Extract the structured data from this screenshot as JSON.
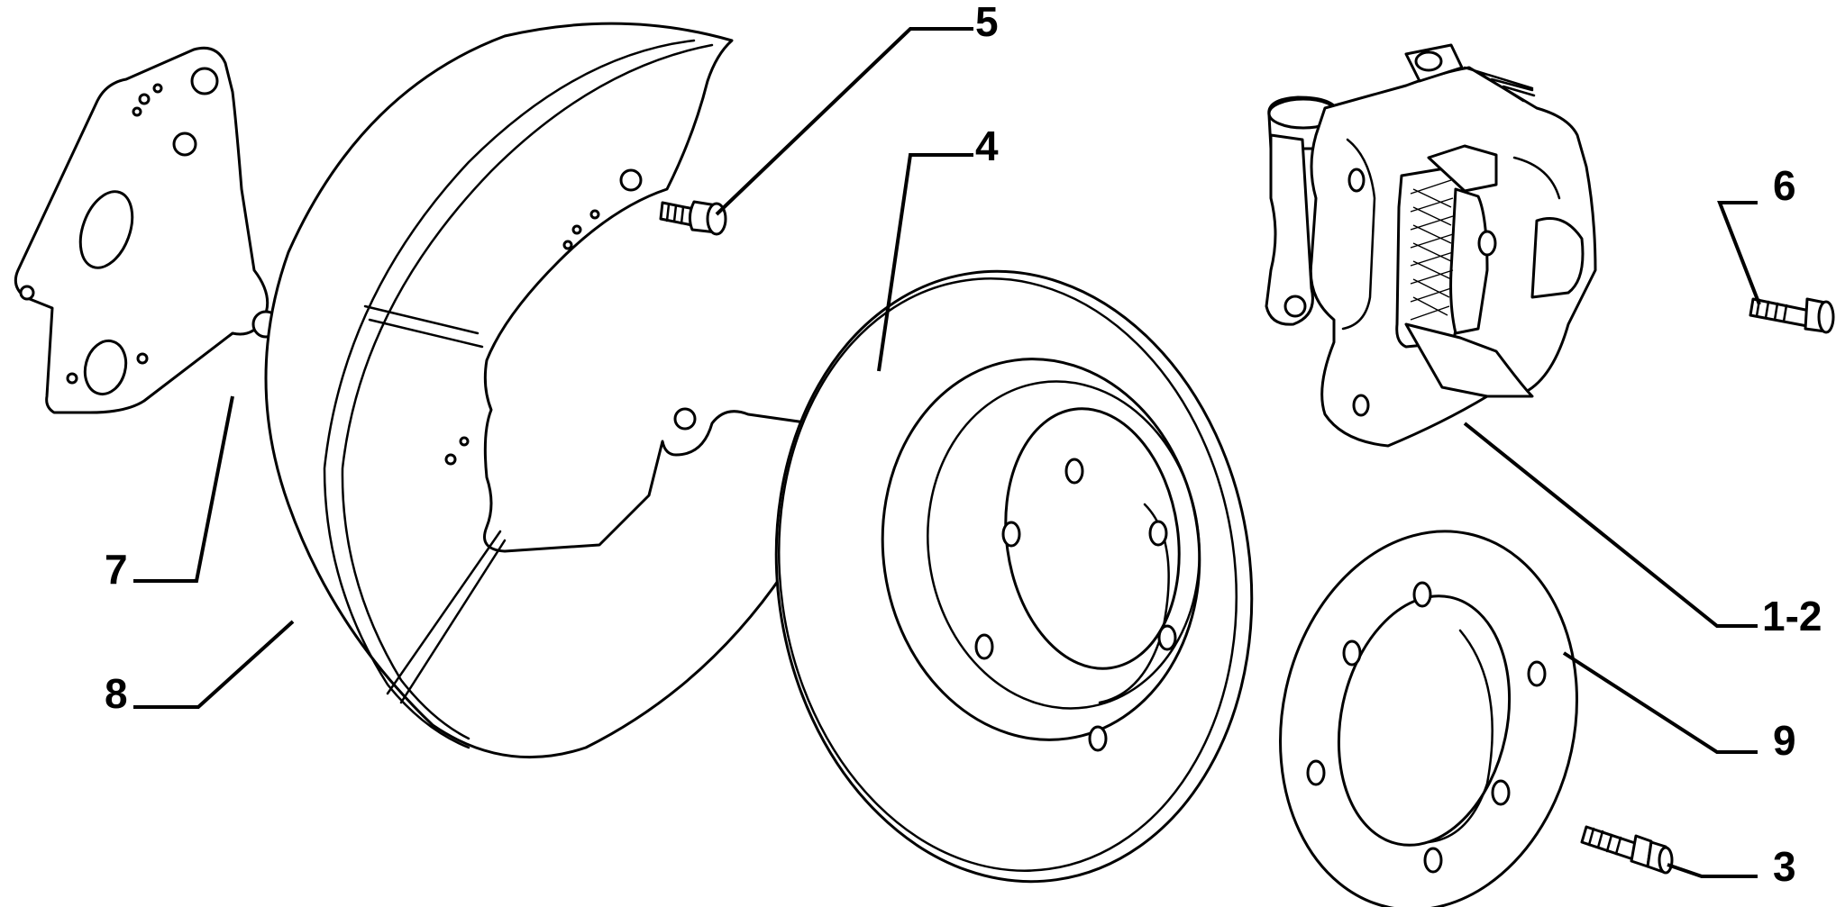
{
  "diagram": {
    "callouts": {
      "c1_2": "1-2",
      "c3": "3",
      "c4": "4",
      "c5": "5",
      "c6": "6",
      "c7": "7",
      "c8": "8",
      "c9": "9"
    },
    "parts": [
      {
        "ref": "1-2",
        "name": "brake caliper with pads"
      },
      {
        "ref": "3",
        "name": "bolt"
      },
      {
        "ref": "4",
        "name": "brake disc"
      },
      {
        "ref": "5",
        "name": "bolt"
      },
      {
        "ref": "6",
        "name": "bolt"
      },
      {
        "ref": "7",
        "name": "mounting plate"
      },
      {
        "ref": "8",
        "name": "dust shield"
      },
      {
        "ref": "9",
        "name": "spacer ring"
      }
    ],
    "colors": {
      "line": "#000000",
      "background": "#ffffff"
    }
  }
}
